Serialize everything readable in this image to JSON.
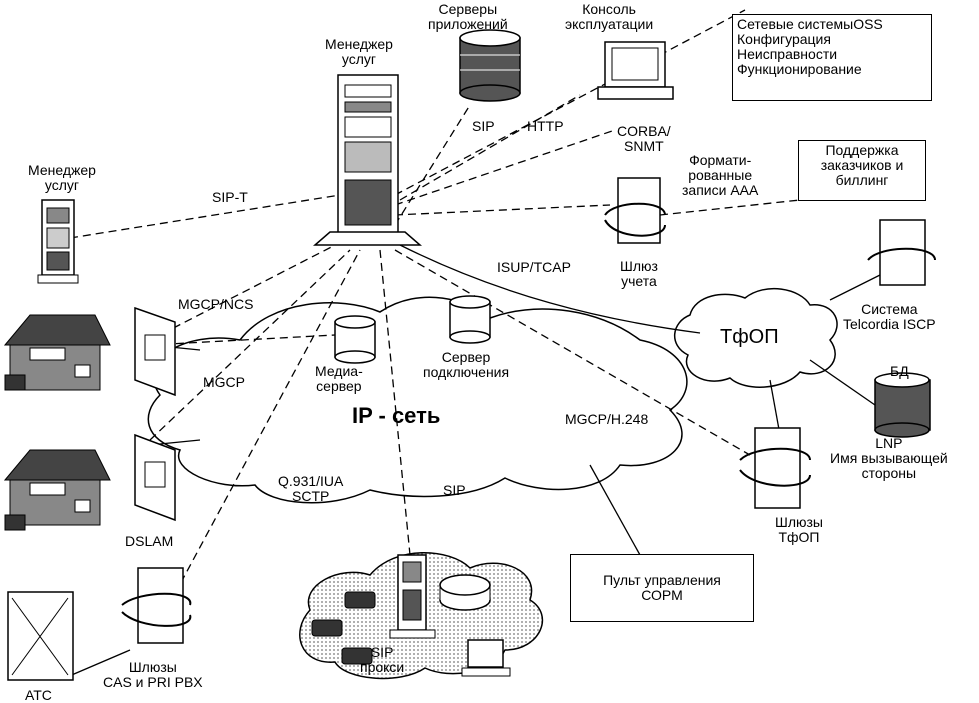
{
  "labels": {
    "app_servers": "Серверы\nприложений",
    "console": "Консоль\nэксплуатации",
    "service_manager_main": "Менеджер\nуслуг",
    "service_manager_left": "Менеджер\nуслуг",
    "sip_top": "SIP",
    "http": "HTTP",
    "corba": "CORBA/\nSNMT",
    "aaa": "Формати-\nрованные\nзаписи AAA",
    "sip_t": "SIP-T",
    "isup": "ISUP/TCAP",
    "billing_gw": "Шлюз\nучета",
    "mgcp_ncs": "MGCP/NCS",
    "mgcp": "MGCP",
    "media_server": "Медиа-\nсервер",
    "conn_server": "Сервер\nподключения",
    "ip_net": "IP - сеть",
    "mgcp_h248": "MGCP/H.248",
    "q931": "Q.931/IUA\nSCTP",
    "sip_mid": "SIP",
    "dslam": "DSLAM",
    "pbx_gw": "Шлюзы\nCAS и PRI PBX",
    "ats": "АТС",
    "sip_proxy": "SIP\nпрокси",
    "pstn": "ТфОП",
    "telcordia": "Система\nTelcordia ISCP",
    "db": "БД",
    "lnp": "LNP\nИмя вызывающей\nстороны",
    "pstn_gw": "Шлюзы\nТфОП"
  },
  "boxes": {
    "oss": "Сетевые системыOSS\nКонфигурация\nНеисправности\nФункционирование",
    "support": "Поддержка\nзаказчиков и\nбиллинг",
    "sorm": "Пульт управления\nСОРМ"
  }
}
